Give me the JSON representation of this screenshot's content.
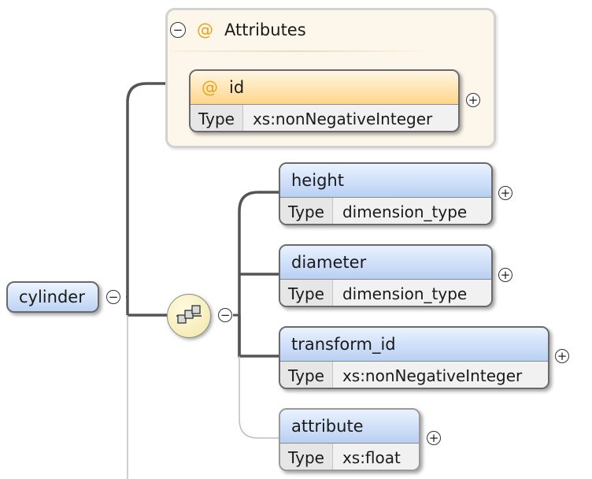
{
  "root": {
    "name": "cylinder"
  },
  "attributes": {
    "header": "Attributes",
    "at_symbol": "@",
    "items": [
      {
        "name": "id",
        "type_label": "Type",
        "type": "xs:nonNegativeInteger"
      }
    ]
  },
  "sequence": {
    "children": [
      {
        "name": "height",
        "type_label": "Type",
        "type": "dimension_type",
        "optional": false
      },
      {
        "name": "diameter",
        "type_label": "Type",
        "type": "dimension_type",
        "optional": false
      },
      {
        "name": "transform_id",
        "type_label": "Type",
        "type": "xs:nonNegativeInteger",
        "optional": false
      },
      {
        "name": "attribute",
        "type_label": "Type",
        "type": "xs:float",
        "optional": true
      }
    ]
  },
  "symbols": {
    "expand": "+",
    "collapse": "−"
  },
  "colors": {
    "element_head_top": "#eaf2ff",
    "element_head_bottom": "#b9d0f3",
    "attribute_head": "#ffd68a",
    "attributes_panel": "#fdf6ea",
    "at_symbol": "#e7a31a",
    "sequence_fill": "#f2e6a6"
  }
}
